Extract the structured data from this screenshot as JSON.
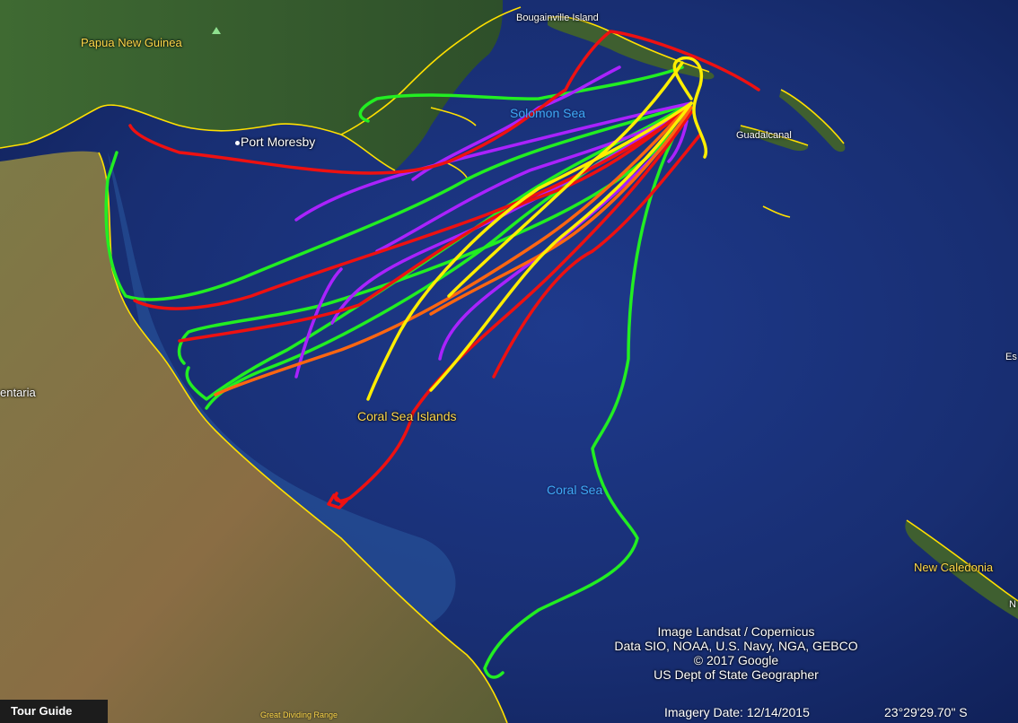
{
  "map": {
    "labels": {
      "papua": "Papua New Guinea",
      "bougainville": "Bougainville Island",
      "solomon": "Solomon Sea",
      "port_moresby": "Port Moresby",
      "guadalcanal": "Guadalcanal",
      "coral_islands": "Coral Sea Islands",
      "coral_sea": "Coral Sea",
      "new_caledonia": "New Caledonia",
      "carpentaria": "entaria",
      "range": "Great Dividing Range",
      "edge_e": "Es",
      "edge_n": "N"
    },
    "attribution": [
      "Image Landsat / Copernicus",
      "Data SIO, NOAA, U.S. Navy, NGA, GEBCO",
      "© 2017 Google",
      "US Dept of State Geographer"
    ],
    "colors": {
      "ocean": "#1a2f7a",
      "land": "#6b6b3a",
      "coast": "#ffe000",
      "red": "#ee1111",
      "green": "#22ee22",
      "yellow": "#ffee00",
      "purple": "#aa22ff",
      "orange": "#ff6611"
    }
  },
  "statusbar": {
    "tour_guide": "Tour Guide",
    "imagery_date": "Imagery Date: 12/14/2015",
    "coordinate": "23°29'29.70\" S"
  }
}
